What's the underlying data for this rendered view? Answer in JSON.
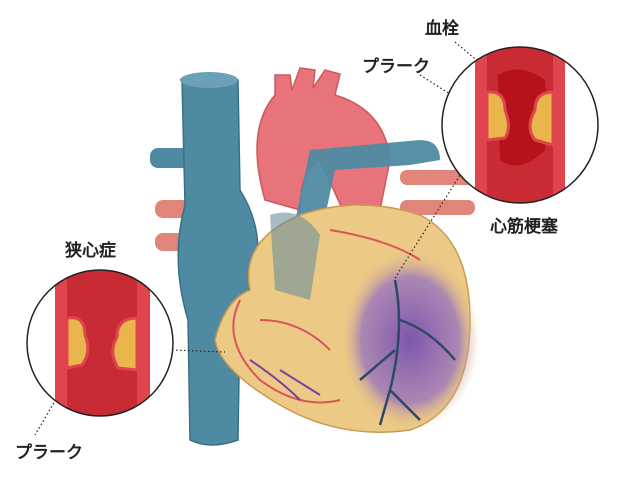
{
  "labels": {
    "thrombus": "血栓",
    "plaque_top": "プラーク",
    "myocardial_infarction": "心筋梗塞",
    "angina": "狭心症",
    "plaque_bottom": "プラーク"
  },
  "colors": {
    "vein": "#4f8aa3",
    "aorta": "#e8737a",
    "heart": "#ecc985",
    "infarct": "#8d63b3",
    "vessel": "#e0454d",
    "plaque": "#eab54c",
    "clot": "#b5121b"
  }
}
